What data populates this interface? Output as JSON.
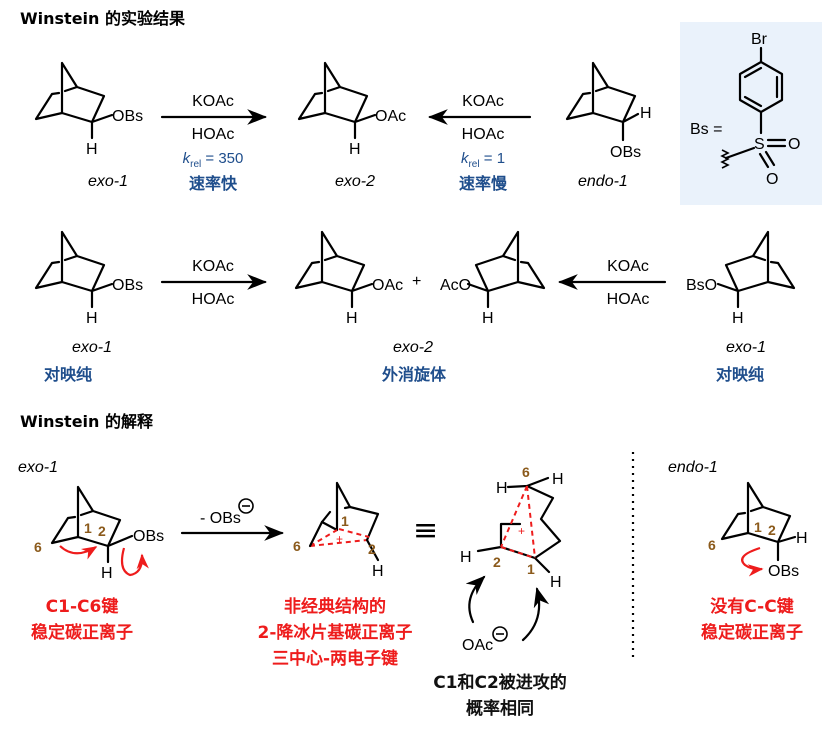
{
  "headings": {
    "experiment": "Winstein 的实验结果",
    "explanation": "Winstein 的解释"
  },
  "row1": {
    "left_compound": "exo-1",
    "middle_compound": "exo-2",
    "right_compound": "endo-1",
    "left_arrow": {
      "top": "KOAc",
      "bottom": "HOAc",
      "krel_label": "k",
      "krel_sub": "rel",
      "krel_value": " = 350",
      "rate": "速率快"
    },
    "right_arrow": {
      "top": "KOAc",
      "bottom": "HOAc",
      "krel_label": "k",
      "krel_sub": "rel",
      "krel_value": " = 1",
      "rate": "速率慢"
    },
    "groups": {
      "obs": "OBs",
      "oac": "OAc",
      "h": "H"
    }
  },
  "bs_box": {
    "label": "Bs =",
    "br": "Br",
    "s": "S",
    "o": "O"
  },
  "row2": {
    "left_compound": "exo-1",
    "left_note": "对映纯",
    "middle_compound": "exo-2",
    "middle_note": "外消旋体",
    "right_compound": "exo-1",
    "right_note": "对映纯",
    "plus": "+",
    "left_arrow": {
      "top": "KOAc",
      "bottom": "HOAc"
    },
    "right_arrow": {
      "top": "KOAc",
      "bottom": "HOAc"
    },
    "groups": {
      "obs": "OBs",
      "oac": "OAc",
      "aco": "AcO",
      "bso": "BsO",
      "h": "H"
    }
  },
  "row3": {
    "exo_label": "exo-1",
    "endo_label": "endo-1",
    "leaving": "- OBs",
    "minus": "−",
    "equiv": "≡",
    "nums": {
      "c1": "1",
      "c2": "2",
      "c6": "6"
    },
    "groups": {
      "obs": "OBs",
      "oac": "OAc",
      "h": "H",
      "plus": "+"
    },
    "notes": {
      "exo": [
        "C1-C6键",
        "稳定碳正离子"
      ],
      "cation": [
        "非经典结构的",
        "2-降冰片基碳正离子",
        "三中心-两电子键"
      ],
      "attack": [
        "C1和C2被进攻的",
        "概率相同"
      ],
      "endo": [
        "没有C-C键",
        "稳定碳正离子"
      ]
    }
  },
  "colors": {
    "red": "#ee1c1c",
    "blue": "#1f4e8c",
    "brown": "#8b5a1b",
    "box": "#eaf2fb"
  }
}
